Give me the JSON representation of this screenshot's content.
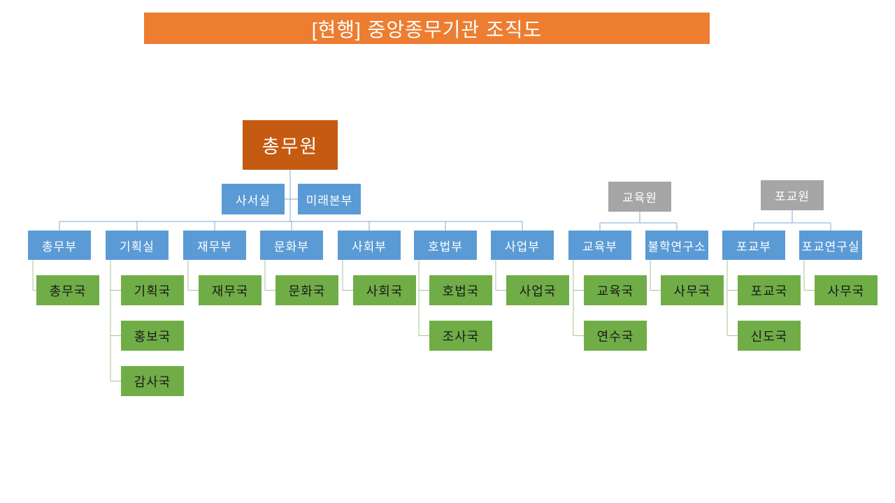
{
  "title": {
    "text": "[현행] 중앙종무기관 조직도"
  },
  "colors": {
    "banner": "#ED7D31",
    "root": "#C55A11",
    "dept": "#5B9BD5",
    "org": "#A6A6A6",
    "bureau": "#70AD47",
    "connector_blue": "#7FA8D8",
    "connector_green": "#A8C690",
    "text_light": "#FFFFFF",
    "text_dark": "#1A1A1A"
  },
  "org_chart": {
    "root": "총무원",
    "assistants": [
      "사서실",
      "미래본부"
    ],
    "main_departments": [
      {
        "name": "총무부",
        "bureaus": [
          "총무국"
        ]
      },
      {
        "name": "기획실",
        "bureaus": [
          "기획국",
          "홍보국",
          "감사국"
        ]
      },
      {
        "name": "재무부",
        "bureaus": [
          "재무국"
        ]
      },
      {
        "name": "문화부",
        "bureaus": [
          "문화국"
        ]
      },
      {
        "name": "사회부",
        "bureaus": [
          "사회국"
        ]
      },
      {
        "name": "호법부",
        "bureaus": [
          "호법국",
          "조사국"
        ]
      },
      {
        "name": "사업부",
        "bureaus": [
          "사업국"
        ]
      }
    ],
    "affiliated_organizations": [
      {
        "name": "교육원",
        "departments": [
          {
            "name": "교육부",
            "bureaus": [
              "교육국",
              "연수국"
            ]
          },
          {
            "name": "불학연구소",
            "bureaus": [
              "사무국"
            ]
          }
        ]
      },
      {
        "name": "포교원",
        "departments": [
          {
            "name": "포교부",
            "bureaus": [
              "포교국",
              "신도국"
            ]
          },
          {
            "name": "포교연구실",
            "bureaus": [
              "사무국"
            ]
          }
        ]
      }
    ]
  }
}
